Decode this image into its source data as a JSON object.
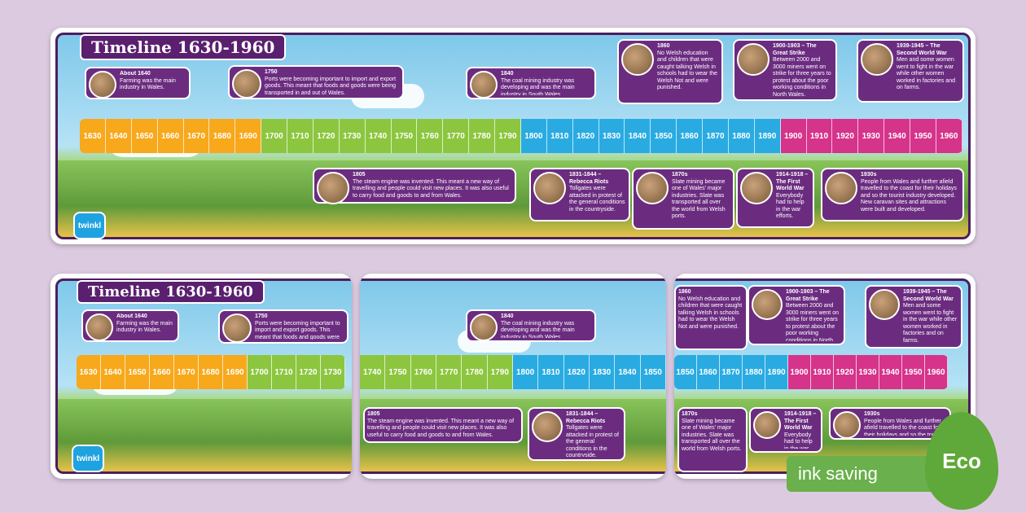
{
  "title": "Timeline 1630-1960",
  "decades": [
    "1630",
    "1640",
    "1650",
    "1660",
    "1670",
    "1680",
    "1690",
    "1700",
    "1710",
    "1720",
    "1730",
    "1740",
    "1750",
    "1760",
    "1770",
    "1780",
    "1790",
    "1800",
    "1810",
    "1820",
    "1830",
    "1840",
    "1850",
    "1860",
    "1870",
    "1880",
    "1890",
    "1900",
    "1910",
    "1920",
    "1930",
    "1940",
    "1950",
    "1960"
  ],
  "logo": "twinkl",
  "cards": [
    {
      "head": "About 1640",
      "body": "Farming was the main industry in Wales."
    },
    {
      "head": "1750",
      "body": "Ports were becoming important to import and export goods. This meant that foods and goods were being transported in and out of Wales."
    },
    {
      "head": "1840",
      "body": "The coal mining industry was developing and was the main industry in South Wales."
    },
    {
      "head": "1860",
      "body": "No Welsh education and children that were caught talking Welsh in schools had to wear the Welsh Not and were punished."
    },
    {
      "head": "1900-1903 – The Great Strike",
      "body": "Between 2000 and 3000 miners went on strike for three years to protest about the poor working conditions in North Wales."
    },
    {
      "head": "1939-1945 – The Second World War",
      "body": "Men and some women went to fight in the war while other women worked in factories and on farms."
    },
    {
      "head": "1805",
      "body": "The steam engine was invented. This meant a new way of travelling and people could visit new places. It was also useful to carry food and goods to and from Wales."
    },
    {
      "head": "1831-1844 – Rebecca Riots",
      "body": "Tollgates were attacked in protest of the general conditions in the countryside."
    },
    {
      "head": "1870s",
      "body": "Slate mining became one of Wales' major industries. Slate was transported all over the world from Welsh ports."
    },
    {
      "head": "1914-1918 – The First World War",
      "body": "Everybody had to help in the war efforts."
    },
    {
      "head": "1930s",
      "body": "People from Wales and further afield travelled to the coast for their holidays and so the tourist industry developed. New caravan sites and attractions were built and developed."
    }
  ],
  "eco": {
    "label": "ink saving",
    "badge": "Eco"
  }
}
